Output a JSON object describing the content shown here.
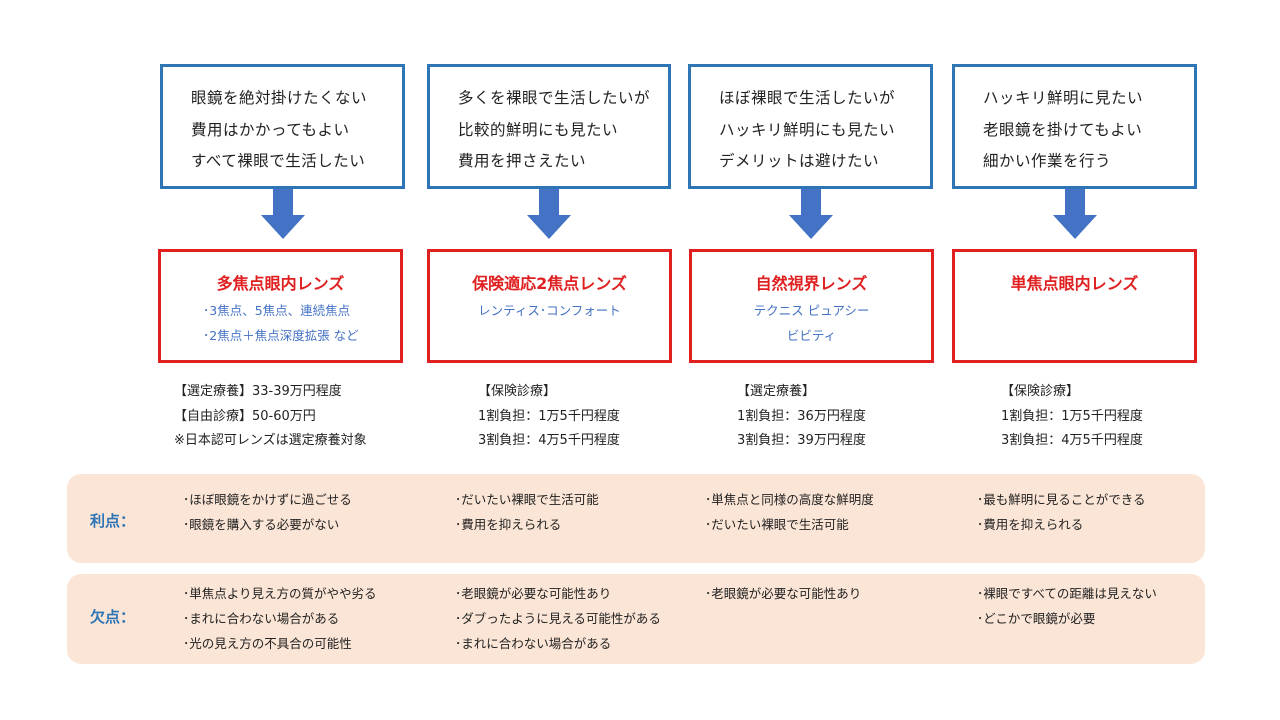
{
  "columns": [
    {
      "needs": [
        "眼鏡を絶対掛けたくない",
        "費用はかかってもよい",
        "すべて裸眼で生活したい"
      ],
      "lens_title": "多焦点眼内レンズ",
      "lens_sub": [
        "･3焦点、5焦点、連続焦点",
        "･2焦点＋焦点深度拡張 など"
      ],
      "cost": [
        "【選定療養】33-39万円程度",
        "【自由診療】50-60万円",
        "※日本認可レンズは選定療養対象"
      ],
      "merits": [
        "･ほぼ眼鏡をかけずに過ごせる",
        "･眼鏡を購入する必要がない"
      ],
      "demerits": [
        "･単焦点より見え方の質がやや劣る",
        "･まれに合わない場合がある",
        "･光の見え方の不具合の可能性"
      ]
    },
    {
      "needs": [
        "多くを裸眼で生活したいが",
        "比較的鮮明にも見たい",
        "費用を押さえたい"
      ],
      "lens_title": "保険適応2焦点レンズ",
      "lens_sub": [
        "レンティス･コンフォート"
      ],
      "cost": [
        "【保険診療】",
        "1割負担：1万5千円程度",
        "3割負担：4万5千円程度"
      ],
      "merits": [
        "･だいたい裸眼で生活可能",
        "･費用を抑えられる"
      ],
      "demerits": [
        "･老眼鏡が必要な可能性あり",
        "･ダブったように見える可能性がある",
        "･まれに合わない場合がある"
      ]
    },
    {
      "needs": [
        "ほぼ裸眼で生活したいが",
        "ハッキリ鮮明にも見たい",
        "デメリットは避けたい"
      ],
      "lens_title": "自然視界レンズ",
      "lens_sub": [
        "テクニス ピュアシー",
        "ビビティ"
      ],
      "cost": [
        "【選定療養】",
        "1割負担：36万円程度",
        "3割負担：39万円程度"
      ],
      "merits": [
        "･単焦点と同様の高度な鮮明度",
        "･だいたい裸眼で生活可能"
      ],
      "demerits": [
        "･老眼鏡が必要な可能性あり"
      ]
    },
    {
      "needs": [
        "ハッキリ鮮明に見たい",
        "老眼鏡を掛けてもよい",
        "細かい作業を行う"
      ],
      "lens_title": "単焦点眼内レンズ",
      "lens_sub": [],
      "cost": [
        "【保険診療】",
        "1割負担：1万5千円程度",
        "3割負担：4万5千円程度"
      ],
      "merits": [
        "･最も鮮明に見ることができる",
        "･費用を抑えられる"
      ],
      "demerits": [
        "･裸眼ですべての距離は見えない",
        "･どこかで眼鏡が必要"
      ]
    }
  ],
  "merits_label": "利点：",
  "demerits_label": "欠点：",
  "colors": {
    "need_border": "#2e75b6",
    "arrow": "#4472c4",
    "lens_border": "#e02020",
    "band": "#fbe5d6",
    "label": "#2e75b6"
  }
}
